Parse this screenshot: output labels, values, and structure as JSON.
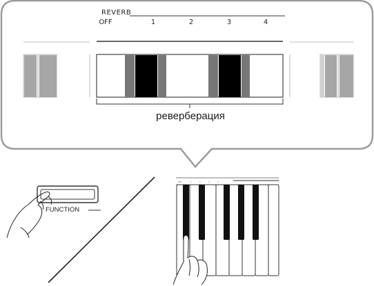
{
  "callout": {
    "setting_name": "REVERB",
    "levels": [
      "OFF",
      "1",
      "2",
      "3",
      "4"
    ],
    "caption": "реверберация"
  },
  "panel": {
    "function_button_label": "FUNCTION"
  },
  "colors": {
    "callout_border": "#9a9a9a",
    "active_key": "#000000",
    "inactive_key": "#a6a6a6"
  }
}
